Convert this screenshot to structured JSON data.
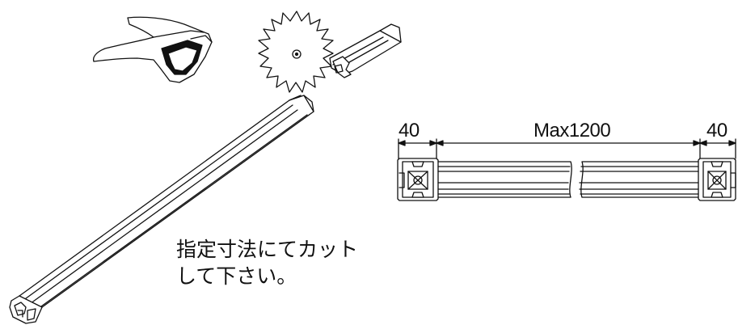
{
  "diagram": {
    "dimensions": {
      "left_end": "40",
      "span": "Max1200",
      "right_end": "40"
    },
    "note": {
      "line1": "指定寸法にてカット",
      "line2": "して下さい。"
    }
  }
}
